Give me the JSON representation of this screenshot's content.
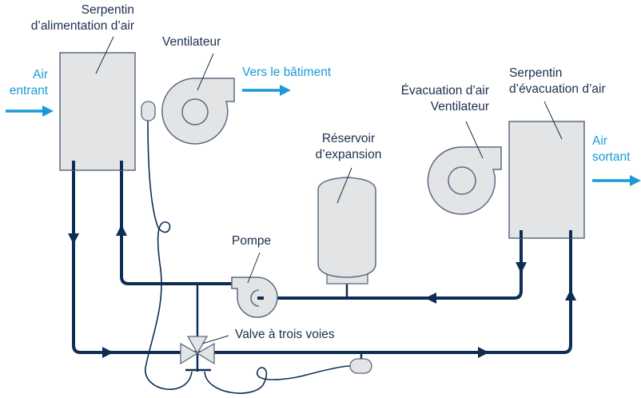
{
  "labels": {
    "supply_coil": [
      "Serpentin",
      "d’alimentation d’air"
    ],
    "supply_fan": "Ventilateur",
    "air_in": [
      "Air",
      "entrant"
    ],
    "to_building": "Vers le bâtiment",
    "exhaust_fan": [
      "Évacuation d’air",
      "Ventilateur"
    ],
    "exhaust_coil": [
      "Serpentin",
      "d’évacuation d’air"
    ],
    "air_out": [
      "Air",
      "sortant"
    ],
    "expansion_tank": [
      "Réservoir",
      "d’expansion"
    ],
    "pump": "Pompe",
    "valve": "Valve à trois voies"
  },
  "colors": {
    "pipe": "#0e2d55",
    "equipment_fill": "#e3e4e6",
    "equipment_stroke": "#5b6b80",
    "airflow": "#1a9ad6"
  }
}
